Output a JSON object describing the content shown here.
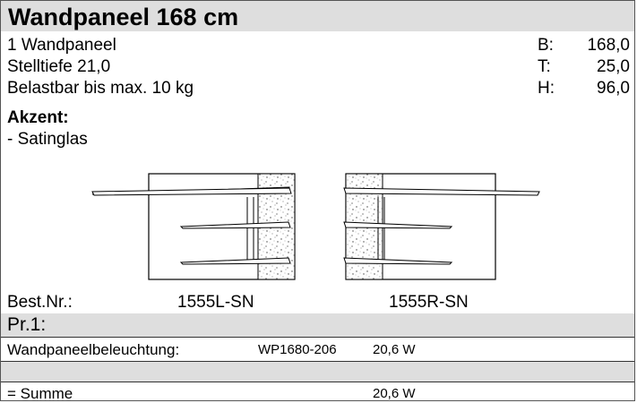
{
  "header": {
    "title": "Wandpaneel 168 cm"
  },
  "specs": [
    {
      "text": "1 Wandpaneel",
      "dim_label": "B:",
      "dim_value": "168,0"
    },
    {
      "text": "Stelltiefe 21,0",
      "dim_label": "T:",
      "dim_value": "25,0"
    },
    {
      "text": "Belastbar bis max. 10 kg",
      "dim_label": "H:",
      "dim_value": "96,0"
    }
  ],
  "accent": {
    "heading": "Akzent:",
    "item": "- Satinglas"
  },
  "order": {
    "label": "Best.Nr.:",
    "left_number": "1555L-SN",
    "right_number": "1555R-SN"
  },
  "price_group": {
    "label": "Pr.1:"
  },
  "lighting": {
    "name": "Wandpaneelbeleuchtung:",
    "code": "WP1680-206",
    "power": "20,6 W"
  },
  "total": {
    "label": "= Summe",
    "power": "20,6 W"
  },
  "colors": {
    "header_bg": "#dedede",
    "line": "#000000"
  }
}
